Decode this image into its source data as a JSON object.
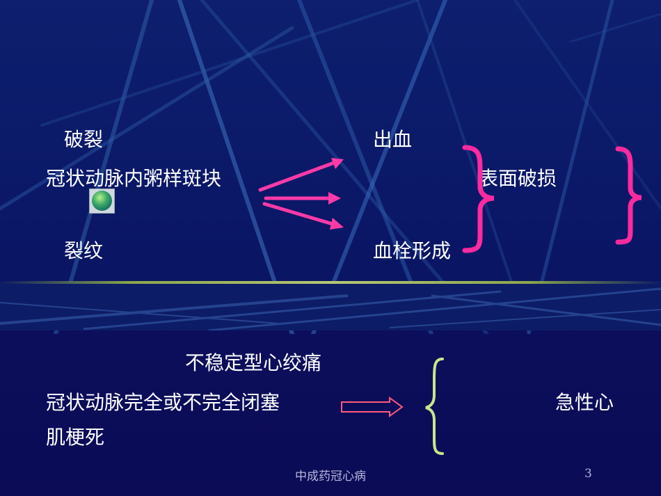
{
  "slide": {
    "upper": {
      "rupture": "破裂",
      "plaque": "冠状动脉内粥样斑块",
      "fissure": "裂纹",
      "hemorrhage": "出血",
      "thrombosis": "血栓形成",
      "surface_damage": "表面破损"
    },
    "lower": {
      "unstable_angina": "不稳定型心绞痛",
      "occlusion": "冠状动脉完全或不完全闭塞",
      "infarction_tail": "肌梗死",
      "acute_mi_head": "急性心"
    },
    "footer": "中成药冠心病",
    "page_number": "3"
  },
  "colors": {
    "arrow_magenta": "#ff3aa8",
    "brace_magenta": "#ff2aa0",
    "brace_green": "#c8e68a",
    "hollow_arrow": "#ff5a7a",
    "divider": "#b7c870"
  },
  "icons": {
    "orb": "green-orb-icon"
  }
}
